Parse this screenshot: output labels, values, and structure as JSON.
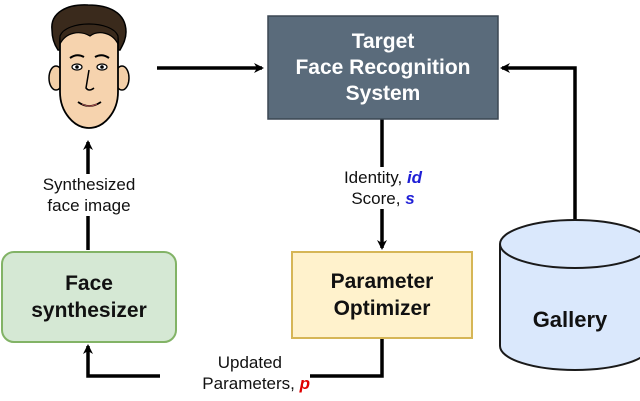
{
  "nodes": {
    "frs": {
      "lines": [
        "Target",
        "Face Recognition",
        "System"
      ],
      "fill": "#5a6b7b",
      "text_color": "#ffffff"
    },
    "face_synth": {
      "lines": [
        "Face",
        "synthesizer"
      ],
      "fill": "#d5e8d4",
      "stroke": "#82b366"
    },
    "optimizer": {
      "lines": [
        "Parameter",
        "Optimizer"
      ],
      "fill": "#fff2cc",
      "stroke": "#d6b656"
    },
    "gallery": {
      "label": "Gallery",
      "fill": "#dae8fc",
      "stroke": "#1a1a1a"
    },
    "face_image": {
      "icon": "cartoon-face-icon"
    }
  },
  "edges": {
    "synth_to_face": {
      "lines": [
        "Synthesized",
        "face image"
      ]
    },
    "frs_to_optimizer": {
      "line1_text": "Identity, ",
      "line1_var": "id",
      "line2_text": "Score, ",
      "line2_var": "s",
      "var_color": "#1f1fd6"
    },
    "optimizer_to_synth": {
      "line1_text": "Updated",
      "line2_text": "Parameters, ",
      "line2_var": "p",
      "var_color": "#e00000"
    }
  }
}
